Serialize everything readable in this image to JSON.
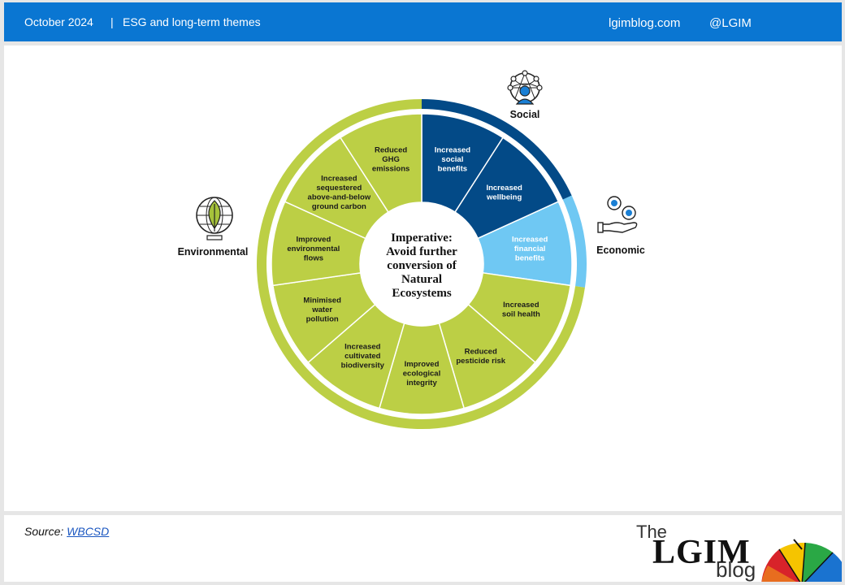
{
  "header": {
    "date": "October 2024",
    "separator": "|",
    "theme": "ESG and long-term themes",
    "site": "lgimblog.com",
    "handle": "@LGIM"
  },
  "diagram": {
    "center_lines": [
      "Imperative:",
      "Avoid further",
      "conversion of",
      "Natural",
      "Ecosystems"
    ],
    "categories": {
      "social": "Social",
      "economic": "Economic",
      "environmental": "Environmental"
    },
    "colors": {
      "social": "#034a87",
      "economic": "#6fc8f3",
      "environmental": "#bccf45",
      "divider": "#ffffff"
    },
    "segments": [
      {
        "id": "social-benefits",
        "lines": [
          "Increased",
          "social",
          "benefits"
        ],
        "category": "social"
      },
      {
        "id": "wellbeing",
        "lines": [
          "Increased",
          "wellbeing"
        ],
        "category": "social"
      },
      {
        "id": "financial-benefits",
        "lines": [
          "Increased",
          "financial",
          "benefits"
        ],
        "category": "economic"
      },
      {
        "id": "soil-health",
        "lines": [
          "Increased",
          "soil health"
        ],
        "category": "environmental"
      },
      {
        "id": "pesticide-risk",
        "lines": [
          "Reduced",
          "pesticide  risk"
        ],
        "category": "environmental"
      },
      {
        "id": "ecological-integrity",
        "lines": [
          "Improved",
          "ecological",
          "integrity"
        ],
        "category": "environmental"
      },
      {
        "id": "cultivated-biodiversity",
        "lines": [
          "Increased",
          "cultivated",
          "biodiversity"
        ],
        "category": "environmental"
      },
      {
        "id": "water-pollution",
        "lines": [
          "Minimised",
          "water",
          "pollution"
        ],
        "category": "environmental"
      },
      {
        "id": "environmental-flows",
        "lines": [
          "Improved",
          "environmental",
          "flows"
        ],
        "category": "environmental"
      },
      {
        "id": "sequestered-carbon",
        "lines": [
          "Increased",
          "sequestered",
          "above-and-below",
          "ground carbon"
        ],
        "category": "environmental"
      },
      {
        "id": "ghg-emissions",
        "lines": [
          "Reduced",
          "GHG",
          "emissions"
        ],
        "category": "environmental"
      }
    ],
    "icons": {
      "social": "network-person-icon",
      "economic": "hand-coins-icon",
      "environmental": "leaf-globe-icon"
    }
  },
  "footer": {
    "source_label": "Source:",
    "source_link": "WBCSD",
    "logo_the": "The",
    "logo_lgim": "LGIM",
    "logo_blog": "blog"
  }
}
